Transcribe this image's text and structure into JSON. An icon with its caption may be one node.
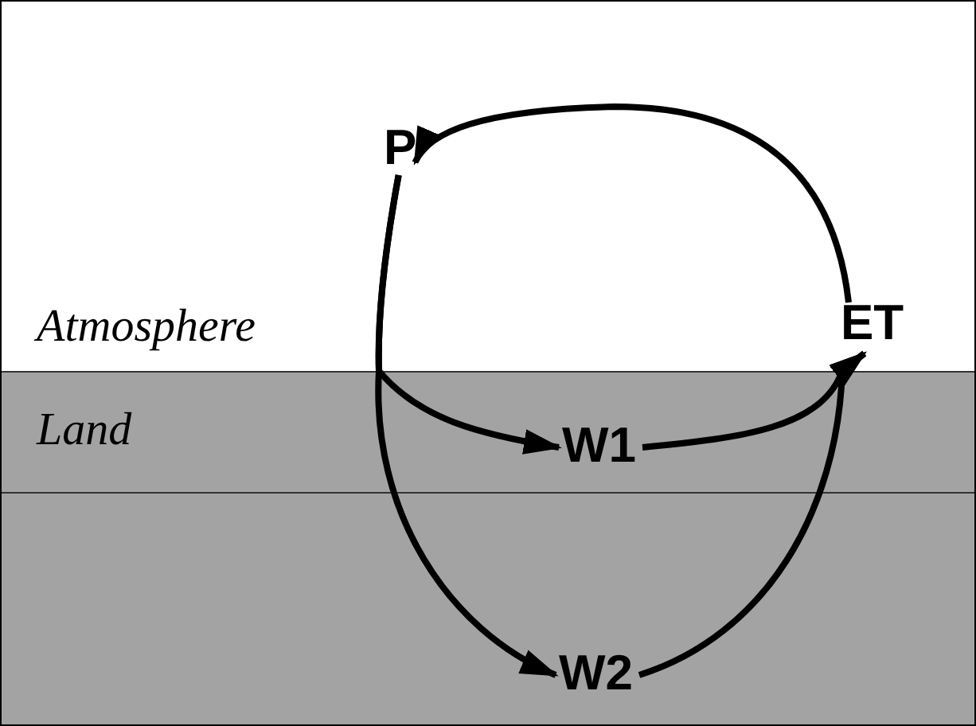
{
  "diagram": {
    "nodes": [
      {
        "text": [
          "Atmosphere"
        ]
      },
      {
        "text": [
          "P"
        ],
        "in": 0
      },
      {
        "text": [
          "ET"
        ],
        "in": 0
      },
      {
        "text": [
          "Land"
        ]
      },
      {
        "text": [
          "W1"
        ],
        "in": 3
      },
      {
        "text": [],
        "shape": "box"
      },
      {
        "text": [
          "W2"
        ],
        "in": 5
      }
    ],
    "edges": [
      {
        "from": 2,
        "to": 1,
        "arrow": "to"
      },
      {
        "from": 1,
        "to": 4,
        "arrow": "to"
      },
      {
        "from": 1,
        "to": 6,
        "arrow": "to"
      },
      {
        "from": 4,
        "to": 2,
        "arrow": "to"
      },
      {
        "from": 6,
        "to": 2,
        "arrow": "to"
      }
    ]
  }
}
